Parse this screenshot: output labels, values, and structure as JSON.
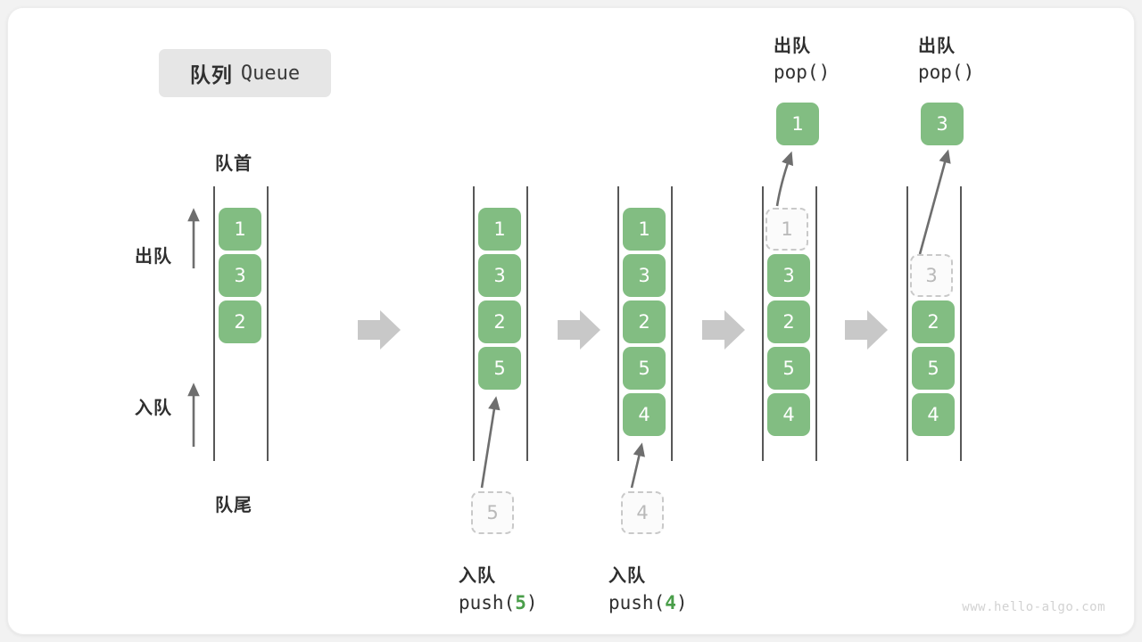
{
  "title": {
    "cn": "队列",
    "en": "Queue"
  },
  "labels": {
    "front": "队首",
    "rear": "队尾",
    "dequeue": "出队",
    "enqueue": "入队"
  },
  "colors": {
    "cell_fill": "#82bd82",
    "cell_text": "#ffffff",
    "ghost_border": "#c9c9c9",
    "ghost_text": "#b9b9b9",
    "rail": "#585858",
    "arrow": "#c8c8c8",
    "accent_number": "#4a9e4a",
    "badge_bg": "#e6e6e6",
    "text": "#2f2f2f"
  },
  "columns": [
    {
      "name": "initial",
      "cells": [
        "1",
        "3",
        "2"
      ],
      "ghost_index": null
    },
    {
      "name": "after-push-5",
      "cells": [
        "1",
        "3",
        "2",
        "5"
      ],
      "ghost_index": null
    },
    {
      "name": "after-push-4",
      "cells": [
        "1",
        "3",
        "2",
        "5",
        "4"
      ],
      "ghost_index": null
    },
    {
      "name": "during-pop-1",
      "cells": [
        "1",
        "3",
        "2",
        "5",
        "4"
      ],
      "ghost_index": 0
    },
    {
      "name": "during-pop-3",
      "cells": [
        "",
        "3",
        "2",
        "5",
        "4"
      ],
      "ghost_index": 1
    }
  ],
  "operations": {
    "push": [
      {
        "op_cn": "入队",
        "op_code_pre": "push(",
        "op_value": "5",
        "op_code_post": ")",
        "ghost_value": "5"
      },
      {
        "op_cn": "入队",
        "op_code_pre": "push(",
        "op_value": "4",
        "op_code_post": ")",
        "ghost_value": "4"
      }
    ],
    "pop": [
      {
        "op_cn": "出队",
        "op_code": "pop()",
        "popped_value": "1"
      },
      {
        "op_cn": "出队",
        "op_code": "pop()",
        "popped_value": "3"
      }
    ]
  },
  "watermark": "www.hello-algo.com"
}
